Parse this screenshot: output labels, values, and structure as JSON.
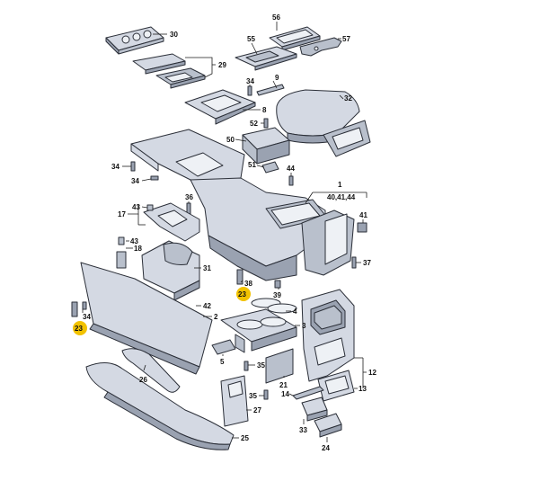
{
  "diagram": {
    "type": "exploded parts diagram",
    "colors": {
      "part_fill": "#d4d9e3",
      "outline": "#2b2f38",
      "highlight": "#f2c200"
    },
    "callouts": [
      {
        "id": "c30",
        "text": "30",
        "highlight": false
      },
      {
        "id": "c56",
        "text": "56",
        "highlight": false
      },
      {
        "id": "c55",
        "text": "55",
        "highlight": false
      },
      {
        "id": "c57",
        "text": "57",
        "highlight": false
      },
      {
        "id": "c29",
        "text": "29",
        "highlight": false
      },
      {
        "id": "c9",
        "text": "9",
        "highlight": false
      },
      {
        "id": "c34a",
        "text": "34",
        "highlight": false
      },
      {
        "id": "c32",
        "text": "32",
        "highlight": false
      },
      {
        "id": "c8",
        "text": "8",
        "highlight": false
      },
      {
        "id": "c52",
        "text": "52",
        "highlight": false
      },
      {
        "id": "c50",
        "text": "50",
        "highlight": false
      },
      {
        "id": "c51",
        "text": "51",
        "highlight": false
      },
      {
        "id": "c44",
        "text": "44",
        "highlight": false
      },
      {
        "id": "c34b",
        "text": "34",
        "highlight": false
      },
      {
        "id": "c34c",
        "text": "34",
        "highlight": false
      },
      {
        "id": "c1",
        "text": "1",
        "highlight": false
      },
      {
        "id": "c404144",
        "text": "40,41,44",
        "highlight": false
      },
      {
        "id": "c36",
        "text": "36",
        "highlight": false
      },
      {
        "id": "c43a",
        "text": "43",
        "highlight": false
      },
      {
        "id": "c17",
        "text": "17",
        "highlight": false
      },
      {
        "id": "c41",
        "text": "41",
        "highlight": false
      },
      {
        "id": "c43b",
        "text": "43",
        "highlight": false
      },
      {
        "id": "c18",
        "text": "18",
        "highlight": false
      },
      {
        "id": "c31",
        "text": "31",
        "highlight": false
      },
      {
        "id": "c37",
        "text": "37",
        "highlight": false
      },
      {
        "id": "c38",
        "text": "38",
        "highlight": false
      },
      {
        "id": "c39",
        "text": "39",
        "highlight": false
      },
      {
        "id": "c23a",
        "text": "23",
        "highlight": true
      },
      {
        "id": "c34d",
        "text": "34",
        "highlight": false
      },
      {
        "id": "c23b",
        "text": "23",
        "highlight": true
      },
      {
        "id": "c42",
        "text": "42",
        "highlight": false
      },
      {
        "id": "c2",
        "text": "2",
        "highlight": false
      },
      {
        "id": "c4",
        "text": "4",
        "highlight": false
      },
      {
        "id": "c3",
        "text": "3",
        "highlight": false
      },
      {
        "id": "c5",
        "text": "5",
        "highlight": false
      },
      {
        "id": "c35a",
        "text": "35",
        "highlight": false
      },
      {
        "id": "c26",
        "text": "26",
        "highlight": false
      },
      {
        "id": "c21",
        "text": "21",
        "highlight": false
      },
      {
        "id": "c12",
        "text": "12",
        "highlight": false
      },
      {
        "id": "c14",
        "text": "14",
        "highlight": false
      },
      {
        "id": "c35b",
        "text": "35",
        "highlight": false
      },
      {
        "id": "c13",
        "text": "13",
        "highlight": false
      },
      {
        "id": "c27",
        "text": "27",
        "highlight": false
      },
      {
        "id": "c33",
        "text": "33",
        "highlight": false
      },
      {
        "id": "c25",
        "text": "25",
        "highlight": false
      },
      {
        "id": "c24",
        "text": "24",
        "highlight": false
      }
    ]
  }
}
